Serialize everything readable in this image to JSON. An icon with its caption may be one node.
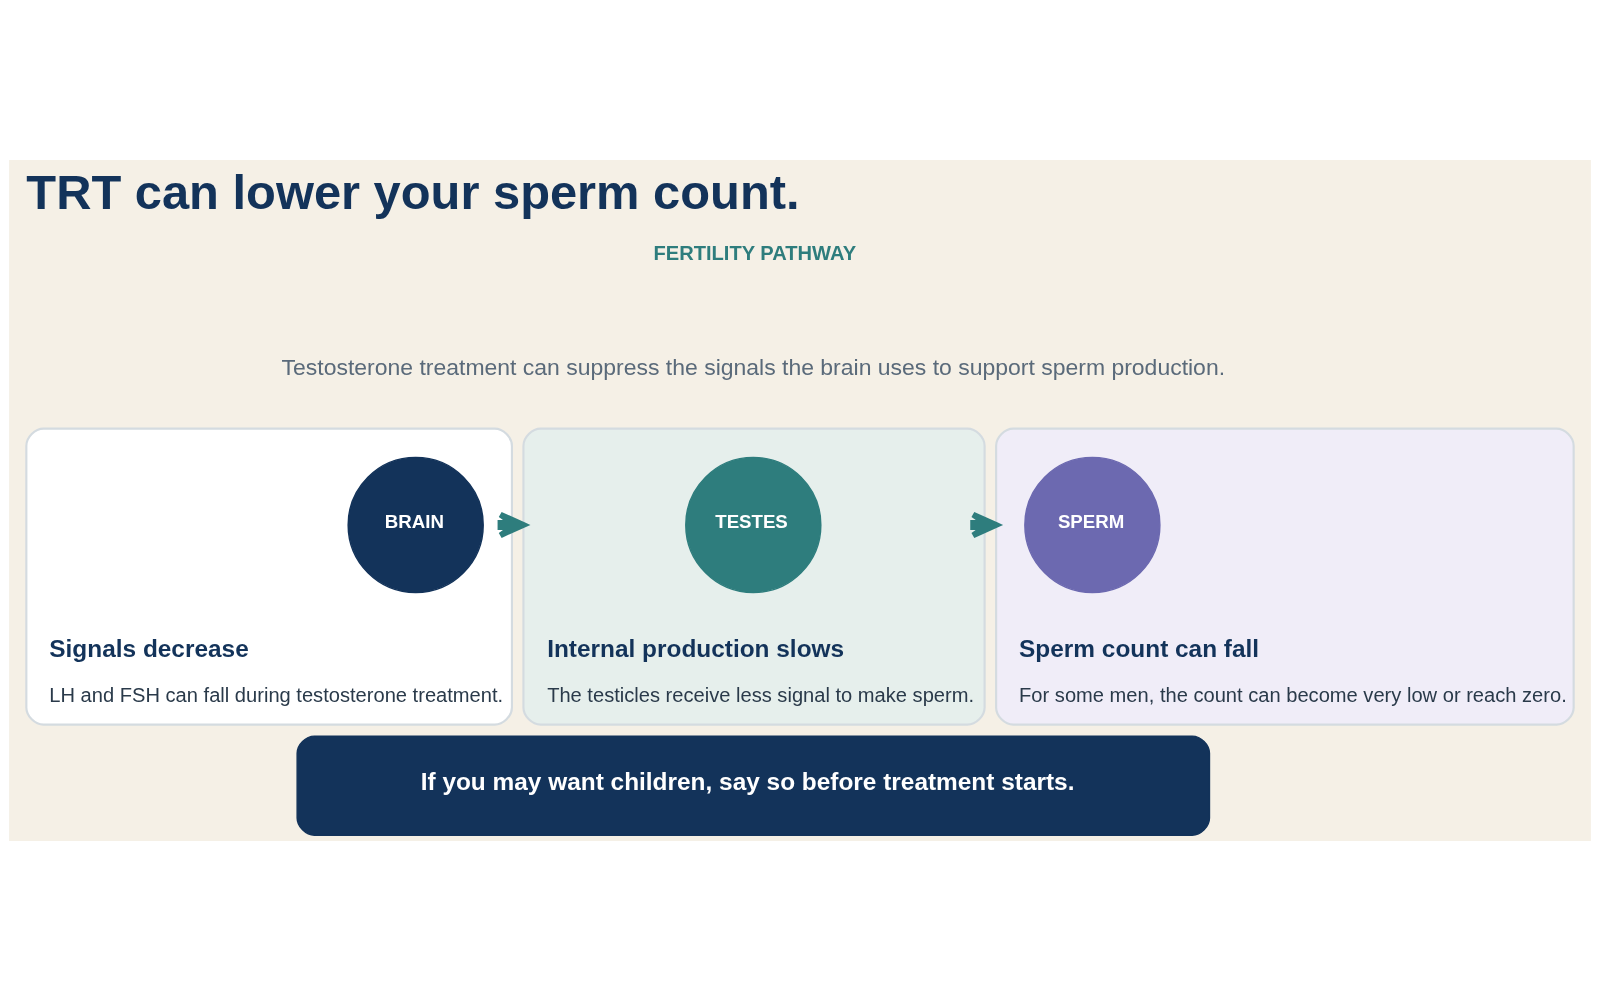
{
  "diagram": {
    "title": "TRT can lower your sperm count.",
    "nodes": [
      {
        "text": [
          "Signals decrease",
          "LH and FSH can fall during testosterone treatment."
        ]
      },
      {
        "text": [
          "BRAIN"
        ],
        "in": 0
      },
      {
        "text": [
          "Internal production slows",
          "The testicles receive less signal to make sperm."
        ]
      },
      {
        "text": [
          "TESTES"
        ],
        "in": 2
      },
      {
        "text": [
          "Sperm count can fall",
          "For some men, the count can become very low or reach zero."
        ]
      },
      {
        "text": [
          "SPERM"
        ],
        "in": 4
      },
      {
        "text": [
          "If you may want children, say so before treatment starts."
        ]
      }
    ],
    "edges": [
      {
        "from": 0,
        "to": 2,
        "arrow": "to"
      },
      {
        "from": 2,
        "to": 4,
        "arrow": "to"
      }
    ],
    "labels": [
      "FERTILITY PATHWAY",
      "Testosterone treatment can suppress the signals the brain uses to support sperm production."
    ]
  }
}
